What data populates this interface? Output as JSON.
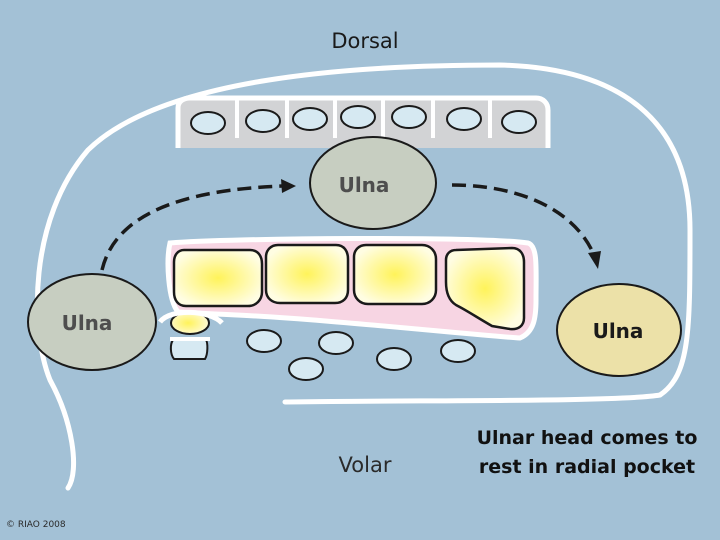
{
  "labels": {
    "dorsal": "Dorsal",
    "volar": "Volar",
    "ulna_center": "Ulna",
    "ulna_left": "Ulna",
    "ulna_right": "Ulna",
    "caption_line1": "Ulnar head comes to",
    "caption_line2": "rest in radial pocket",
    "copyright": "© RIAO 2008"
  },
  "colors": {
    "background": "#a3c1d6",
    "outline": "#ffffff",
    "tendon_fill": "#d6e9f2",
    "ulna_gray": "#c7cec1",
    "ulna_yellow": "#ece1a8",
    "carpal_pink": "#f7d5e3",
    "carpal_glow": "#fff35a",
    "row_gray": "#d2d3d5",
    "arrow": "#1a1a1a"
  }
}
